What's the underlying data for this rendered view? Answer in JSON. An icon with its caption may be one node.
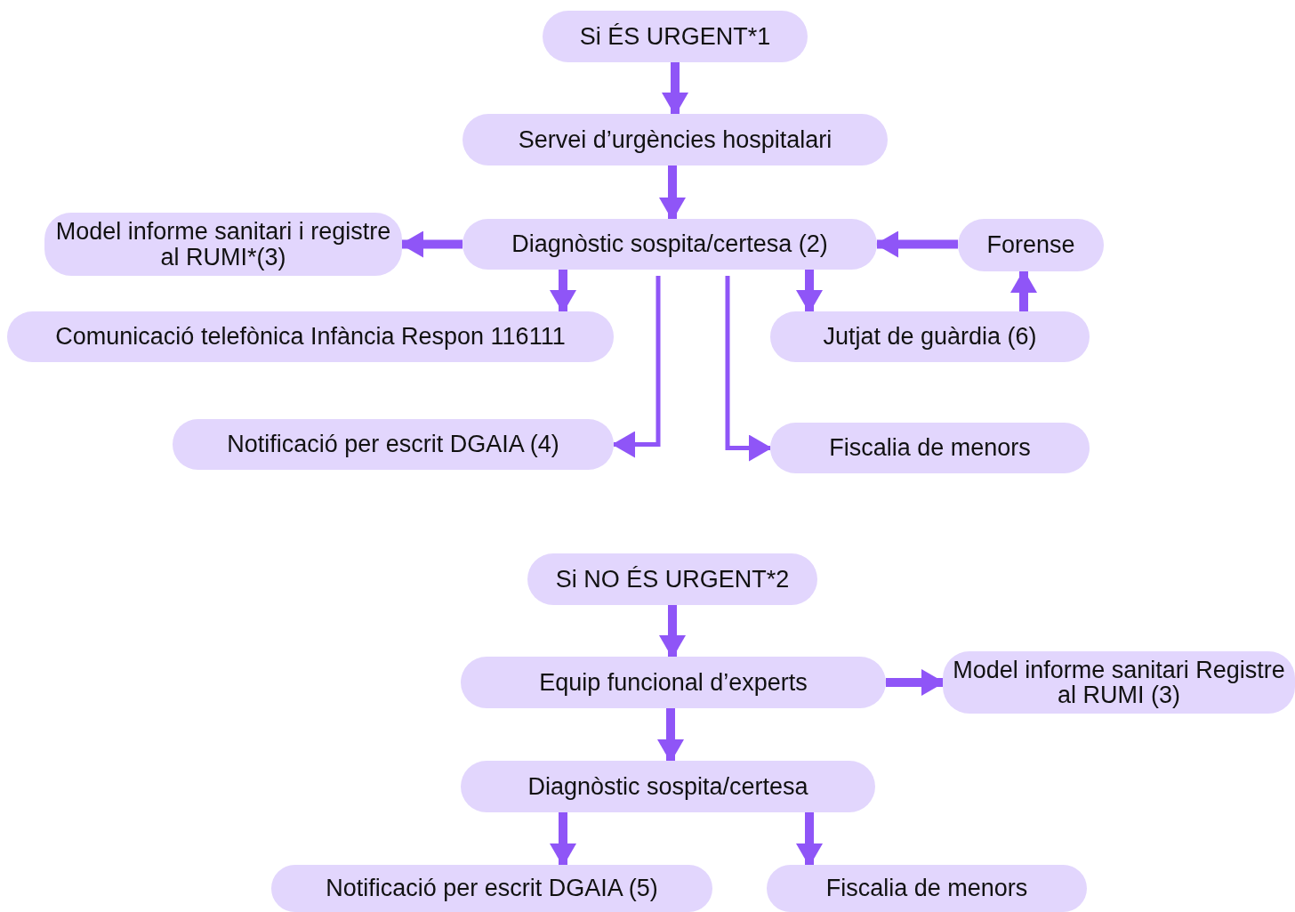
{
  "diagram": {
    "nodes": [
      {
        "text": [
          "Si ÉS URGENT*1"
        ]
      },
      {
        "text": [
          "Servei d’urgències hospitalari"
        ]
      },
      {
        "text": [
          "Model informe sanitari i registre al RUMI*(3)"
        ]
      },
      {
        "text": [
          "Diagnòstic sospita/certesa (2)"
        ]
      },
      {
        "text": [
          "Forense"
        ]
      },
      {
        "text": [
          "Comunicació telefònica Infància Respon 116111"
        ]
      },
      {
        "text": [
          "Jutjat de guàrdia (6)"
        ]
      },
      {
        "text": [
          "Notificació per escrit DGAIA (4)"
        ]
      },
      {
        "text": [
          "Fiscalia de menors"
        ]
      },
      {
        "text": [
          "Si NO ÉS URGENT*2"
        ]
      },
      {
        "text": [
          "Equip funcional d’experts"
        ]
      },
      {
        "text": [
          "Model informe sanitari Registre al RUMI (3)"
        ]
      },
      {
        "text": [
          "Diagnòstic sospita/certesa"
        ]
      },
      {
        "text": [
          "Notificació per escrit DGAIA (5)"
        ]
      },
      {
        "text": [
          "Fiscalia de menors"
        ]
      }
    ],
    "edges": [
      {
        "from": 0,
        "to": 1,
        "arrow": "to"
      },
      {
        "from": 1,
        "to": 3,
        "arrow": "to"
      },
      {
        "from": 3,
        "to": 2,
        "arrow": "to"
      },
      {
        "from": 4,
        "to": 3,
        "arrow": "to"
      },
      {
        "from": 6,
        "to": 4,
        "arrow": "to"
      },
      {
        "from": 3,
        "to": 5,
        "arrow": "to"
      },
      {
        "from": 3,
        "to": 7,
        "arrow": "to"
      },
      {
        "from": 3,
        "to": 6,
        "arrow": "to"
      },
      {
        "from": 3,
        "to": 8,
        "arrow": "to"
      },
      {
        "from": 9,
        "to": 10,
        "arrow": "to"
      },
      {
        "from": 10,
        "to": 11,
        "arrow": "to"
      },
      {
        "from": 10,
        "to": 12,
        "arrow": "to"
      },
      {
        "from": 12,
        "to": 13,
        "arrow": "to"
      },
      {
        "from": 12,
        "to": 14,
        "arrow": "to"
      }
    ]
  }
}
